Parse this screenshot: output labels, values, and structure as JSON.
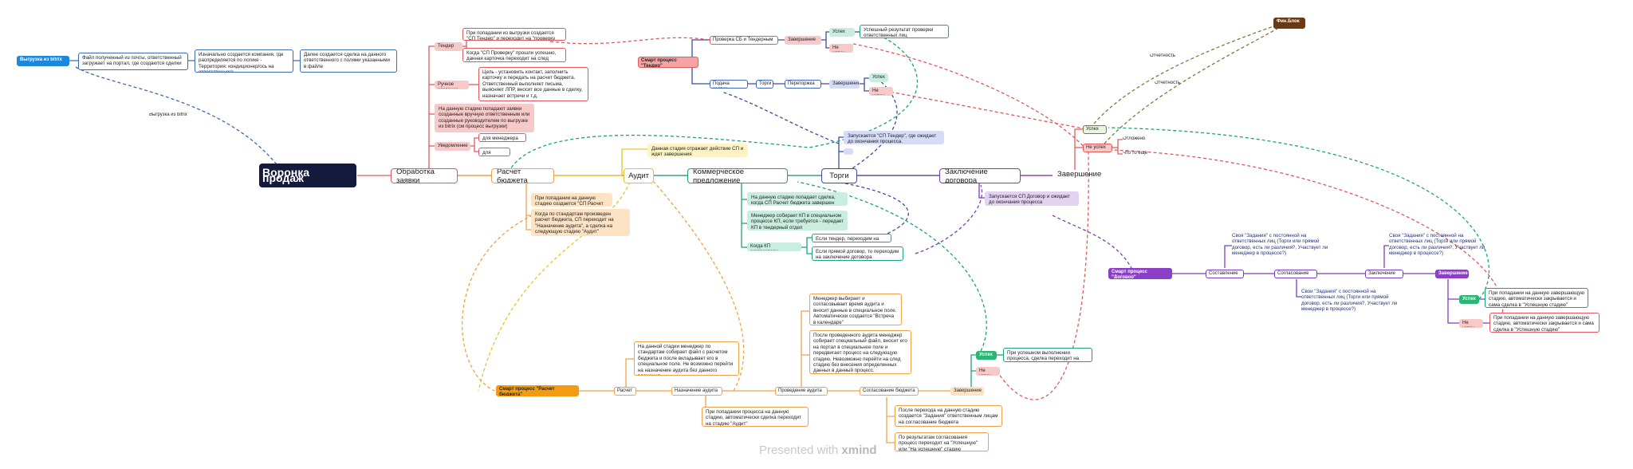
{
  "watermark": {
    "prefix": "Presented with",
    "brand": "xmind"
  },
  "colors": {
    "red": "#e05a5a",
    "blue": "#3a6ab8",
    "orange": "#f0a14a",
    "yellow": "#e6c42a",
    "teal": "#1fa27a",
    "indigo": "#3d4aa0",
    "purple": "#7b3fb8",
    "green": "#2bb673",
    "brown": "#6b3a12",
    "navy": "#23317a"
  },
  "nodes": {
    "root": "Воронка продаж",
    "bitrix_tag": "Выгрузка из bitrix",
    "bitrix_file": "Файл полученный из почты, ответственный загружает на портал, где создаются сделки",
    "bitrix_company": "Изначально создается компания, где распределяется по логике - Территория: кондиционер/ось на ответственного.",
    "bitrix_deal": "Далее создается сделка на данного ответственного с полями указанными в файле",
    "bitrix_link": "Выгрузка из bitrix",
    "processing": "Обработка заявки",
    "tender": "Тендер",
    "tender_a": "При попадании из выгрузки создается \"СП Тендер\" и переходит на \"проверку СБ\"",
    "tender_b": "Когда \"СП Проверку\" прошли успешно, данная карточка переходит на след стадию",
    "manual": "Ручное создание",
    "manual_a": "Цель - установить контакт, заполнить карточку и передать на расчет бюджета. Ответственный выполняет письма, выясняет ЛПР, вносит все данные в сделку, назначает встречи и т.д.",
    "manual_b": "На данную стадию попадают заявки созданные вручную ответственным или созданные руководителем по выгрузке из bitrix (см процесс выгрузки)",
    "notify": "Уведомление",
    "notify_a": "для менеджера ???",
    "notify_b": "для рука???",
    "budget": "Расчет бюджета",
    "budget_a": "При попадании на данную стадию создается \"СП Расчет бюджета\"",
    "budget_b": "Когда по стандартам произведен расчет бюджета, СП переходит на \"Назначение аудита\", а сделка на следующую стадию \"Аудит\"",
    "audit": "Аудит",
    "audit_a": "Данная стадия отражает действие СП и ждет завершения",
    "cp": "Коммерческое предложение",
    "cp_a": "На данную стадию попадает сделка, когда СП Расчет бюджета завершен Успешно",
    "cp_b": "Менеджер собирает КП в специальном процессе КП, если требуется - передает КП в тендерный отдел",
    "cp_c": "Когда КП согласовали",
    "cp_c1": "Если тендер, переходим на торги",
    "cp_c2": "Если прямой договор, то переходим на заключение договора",
    "trade": "Торги",
    "trade_a": "Запускается \"СП Тендер\", где ожидает до окончания процесса.",
    "contract": "Заключение договора",
    "contract_a": "Запускается СП Договор и ожидает до окончания процесса",
    "finish": "Завершение",
    "success_top": "Успех",
    "fail_top": "Не успех",
    "refuse": "Отложено",
    "what": "Что то еще",
    "fin": "Фин.Блок",
    "report1": "Отчетность",
    "report2": "Отчетность",
    "sp_tender": "Смарт процесс \"Тендер\"",
    "check_sb": "Проверка СБ и Тендерным",
    "sb_done": "Завершение",
    "sb_success": "Успех",
    "sb_success_note": "Успешный результат проверки ответственных лиц",
    "sb_fail": "Не успех",
    "apply": "Подача заявки",
    "torgi": "Торги",
    "negotiation": "Переторжка",
    "t_done": "Завершение",
    "t_success": "Успех",
    "t_fail": "Не успех",
    "sp_budget": "Смарт процесс \"Расчет бюджета\"",
    "calc": "Расчет",
    "calc_note": "На данной стадии менеджер по стандартам собирает файл с расчетом бюджета и после вкладывает его в специальное поле. Не возможно перейти на назначение аудита без данного вложения.",
    "assign_audit": "Назначение аудита",
    "assign_note": "При попадании процесса на данную стадию, автоматически сделка переходит на стадию \"Аудит\"",
    "do_audit": "Проведение аудита",
    "do_audit_a": "Менеджер выбирает и согласовывает время аудита и вносит данные в специальное поле. Автоматически создается \"Встреча в календаре\"",
    "do_audit_b": "После проведенного аудита менеджер собирает специальный файл, вносит его на портал в специальное поле и передвигает процесс на следующую стадию. Невозможно перейти на след стадию без внесения определенных данных в данный процесс.",
    "agree_budget": "Согласование бюджета",
    "agree_a": "После перехода на данную стадию создается \"Задания\" ответственным лицам на согласование бюджета",
    "agree_b": "По результатам согласования процесс переходит на \"Успешную\" или \"На успешную\" стадию",
    "b_done": "Завершение",
    "b_success": "Успех",
    "b_success_note": "При успешном выполнении процесса, сделка переходит на след стадию",
    "b_fail": "Не успех",
    "sp_contract": "Смарт процесс \"Договор\"",
    "compose": "Составление",
    "compose_note": "Своя \"Задания\" с постоянной на ответственных лиц (Торги или прямой договор, есть ли различия?, Участвует ли менеджер в процессе?)",
    "approve": "Согласование",
    "approve_note": "Свои \"Задания\" с постоянной на ответственных лиц (Торги или прямой договор, есть ли различия?, Участвует ли менеджер в процессе?)",
    "conclude": "Заключение",
    "conclude_note": "Своя \"Задания\" с постоянной на ответственных лиц (Торги или прямой договор, есть ли различия?, Участвует ли менеджер в процессе?)",
    "c_done": "Завершение",
    "c_success": "Успех",
    "c_success_note": "При попадании на данную завершающую стадию, автоматически закрывается и сама сделка в \"Успешную стадию\"",
    "c_fail": "Не успех",
    "c_fail_note": "При попадании на данную завершающую стадию, автоматически закрывается и сама сделка в \"Успешную стадию\""
  }
}
